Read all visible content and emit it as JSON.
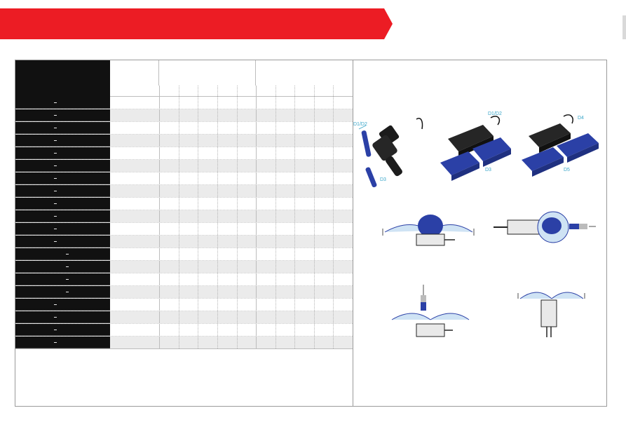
{
  "header": {
    "banner_color": "#ec1c24"
  },
  "table": {
    "row_count": 20,
    "product_dims": {
      "d1_d2_label": "D1/D2",
      "d3_label": "D3",
      "d4_label": "D4",
      "d5_label": "D5"
    }
  },
  "colors": {
    "accent": "#ec1c24",
    "label_column": "#111111",
    "alt_row": "#ebebeb",
    "magnet_blue": "#2b40a6",
    "dimension_line": "#3aa6c9"
  }
}
